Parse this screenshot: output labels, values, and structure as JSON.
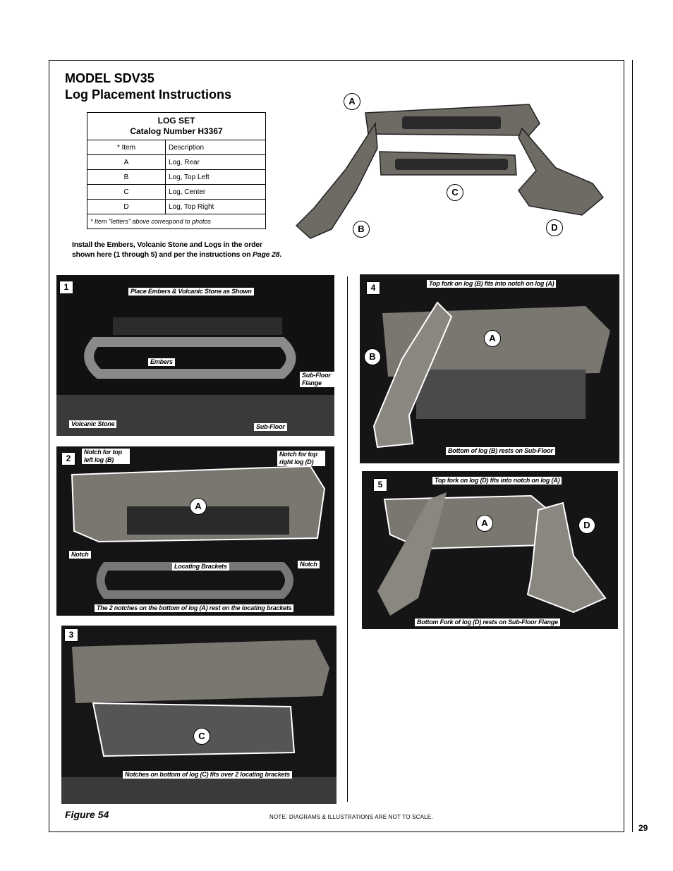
{
  "page_number": "29",
  "title": {
    "line1": "MODEL SDV35",
    "line2": "Log Placement Instructions"
  },
  "log_table": {
    "heading_line1": "LOG SET",
    "heading_line2": "Catalog Number H3367",
    "col_item": "* Item",
    "col_desc": "Description",
    "rows": [
      {
        "item": "A",
        "desc": "Log, Rear"
      },
      {
        "item": "B",
        "desc": "Log, Top Left"
      },
      {
        "item": "C",
        "desc": "Log, Center"
      },
      {
        "item": "D",
        "desc": "Log, Top Right"
      }
    ],
    "footnote": "* Item \"letters\" above correspond to photos"
  },
  "instructions": {
    "text": "Install the Embers, Volcanic Stone and Logs in the order shown here (1 through 5) and per the instructions on",
    "ref": "Page 28",
    "end": "."
  },
  "overview_labels": {
    "a": "A",
    "b": "B",
    "c": "C",
    "d": "D"
  },
  "steps": [
    {
      "num": "1",
      "labels": [
        "Place Embers & Volcanic Stone as Shown",
        "Embers",
        "Sub-Floor Flange",
        "Volcanic Stone",
        "Sub-Floor"
      ]
    },
    {
      "num": "2",
      "labels": [
        "Notch for top left log (B)",
        "Notch for top right log (D)",
        "Notch",
        "Locating Brackets",
        "Notch",
        "The 2 notches on the bottom of log (A) rest on the locating brackets"
      ],
      "log": "A"
    },
    {
      "num": "3",
      "labels": [
        "Notches on bottom of log (C) fits over 2 locating brackets"
      ],
      "log": "C"
    },
    {
      "num": "4",
      "labels": [
        "Top fork on log (B) fits into notch on log (A)",
        "Bottom of log (B) rests on Sub-Floor"
      ],
      "logs": [
        "A",
        "B"
      ]
    },
    {
      "num": "5",
      "labels": [
        "Top fork on log (D) fits into notch on log (A)",
        "Bottom Fork of log (D) rests on Sub-Floor Flange"
      ],
      "logs": [
        "A",
        "D"
      ]
    }
  ],
  "figure_label": "Figure 54",
  "note": "NOTE: DIAGRAMS & ILLUSTRATIONS ARE NOT TO SCALE."
}
